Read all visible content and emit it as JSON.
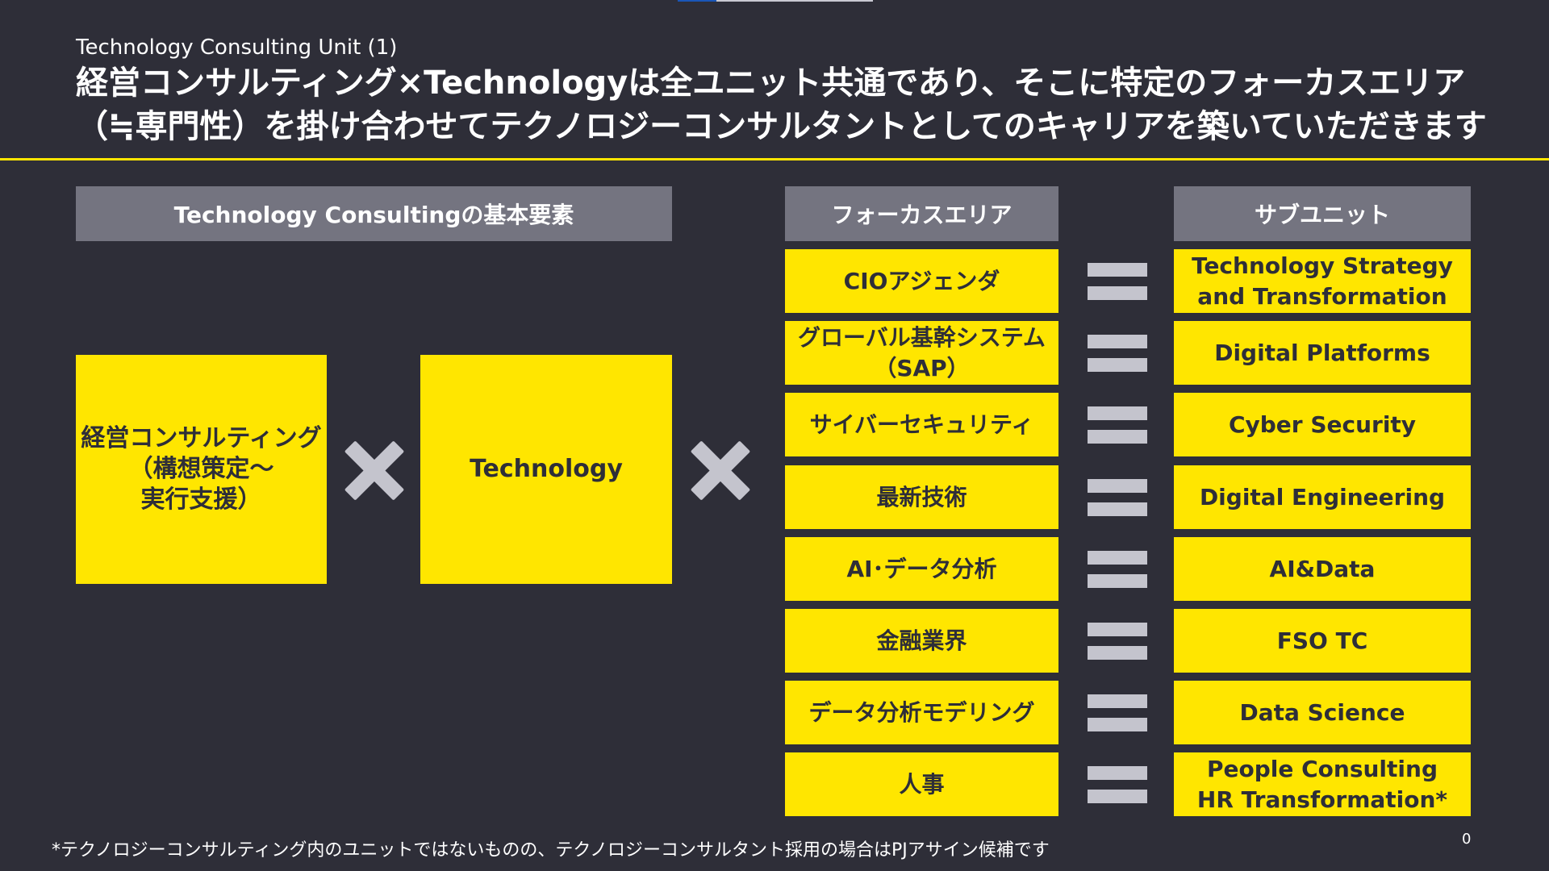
{
  "header": {
    "subtitle": "Technology Consulting Unit (1)",
    "title": "経営コンサルティング×Technologyは全ユニット共通であり、そこに特定のフォーカスエリア（≒専門性）を掛け合わせてテクノロジーコンサルタントとしてのキャリアを築いていただきます"
  },
  "basics": {
    "header": "Technology Consultingの基本要素",
    "left_box": "経営コンサルティング\n（構想策定〜\n実行支援）",
    "right_box": "Technology"
  },
  "focus": {
    "header": "フォーカスエリア",
    "items": [
      "CIOアジェンダ",
      "グローバル基幹システム\n（SAP）",
      "サイバーセキュリティ",
      "最新技術",
      "AI･データ分析",
      "金融業界",
      "データ分析モデリング",
      "人事"
    ]
  },
  "subunits": {
    "header": "サブユニット",
    "items": [
      "Technology Strategy\nand Transformation",
      "Digital Platforms",
      "Cyber Security",
      "Digital Engineering",
      "AI&Data",
      "FSO TC",
      "Data Science",
      "People Consulting\nHR Transformation*"
    ]
  },
  "footer": {
    "note": "*テクノロジーコンサルティング内のユニットではないものの、テクノロジーコンサルタント採用の場合はPJアサイン候補です",
    "page_number": "0"
  },
  "colors": {
    "background": "#2e2e38",
    "accent": "#ffe600",
    "gray": "#747480",
    "symbol": "#c4c4cd"
  },
  "icons": {
    "multiply": "multiply-icon",
    "equals": "equals-icon"
  }
}
